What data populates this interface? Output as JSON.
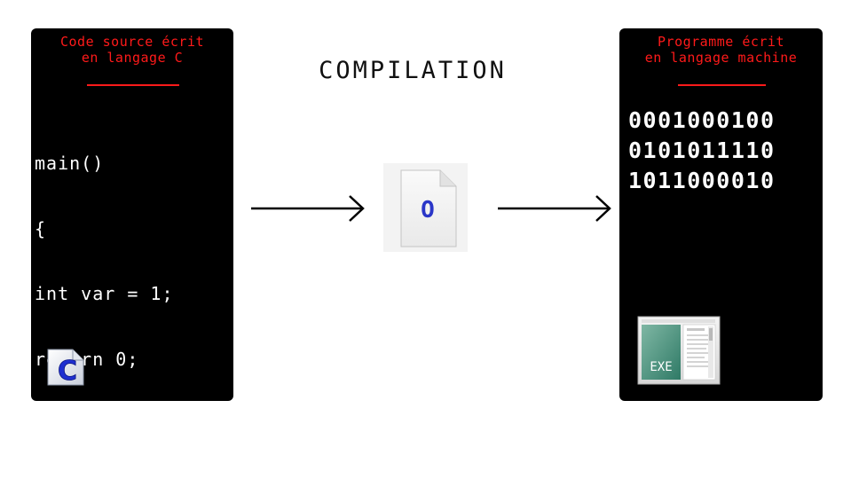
{
  "left_panel": {
    "title_lines": [
      "Code source écrit",
      "en langage C"
    ],
    "code_lines": [
      "main()",
      "{",
      "int var = 1;",
      "return 0;",
      "}"
    ],
    "icon_label": "C"
  },
  "center": {
    "title": "COMPILATION",
    "object_icon_label": "O"
  },
  "right_panel": {
    "title_lines": [
      "Programme écrit",
      "en langage machine"
    ],
    "binary_lines": [
      "0001000100",
      "0101011110",
      "1011000010"
    ],
    "icon_label": "EXE"
  },
  "colors": {
    "panel_background": "#000000",
    "title_red": "#ff1a1a",
    "code_text": "#ffffff"
  }
}
